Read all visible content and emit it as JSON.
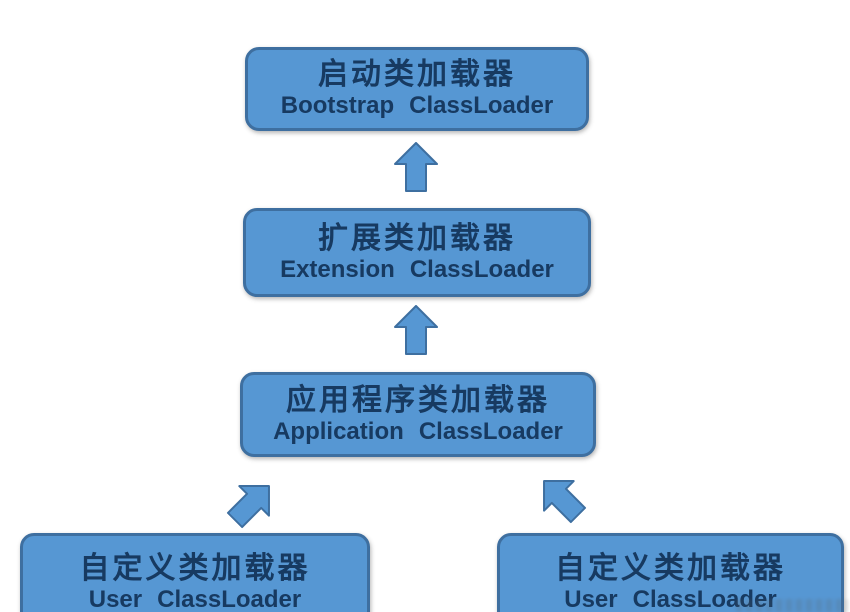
{
  "diagram": {
    "type": "hierarchy",
    "subject": "Java ClassLoader delegation hierarchy",
    "nodes": [
      {
        "id": "bootstrap",
        "zh": "启动类加载器",
        "en": "Bootstrap ClassLoader"
      },
      {
        "id": "extension",
        "zh": "扩展类加载器",
        "en": "Extension ClassLoader"
      },
      {
        "id": "application",
        "zh": "应用程序类加载器",
        "en": "Application ClassLoader"
      },
      {
        "id": "user-left",
        "zh": "自定义类加载器",
        "en": "User ClassLoader"
      },
      {
        "id": "user-right",
        "zh": "自定义类加载器",
        "en": "User ClassLoader"
      }
    ],
    "edges": [
      {
        "from": "extension",
        "to": "bootstrap",
        "style": "block-arrow-up"
      },
      {
        "from": "application",
        "to": "extension",
        "style": "block-arrow-up"
      },
      {
        "from": "user-left",
        "to": "application",
        "style": "block-arrow-up-right"
      },
      {
        "from": "user-right",
        "to": "application",
        "style": "block-arrow-up-left"
      }
    ],
    "colors": {
      "box_fill": "#5697d3",
      "box_border": "#3e6fa0",
      "text": "#173a61",
      "background": "#ffffff"
    }
  }
}
